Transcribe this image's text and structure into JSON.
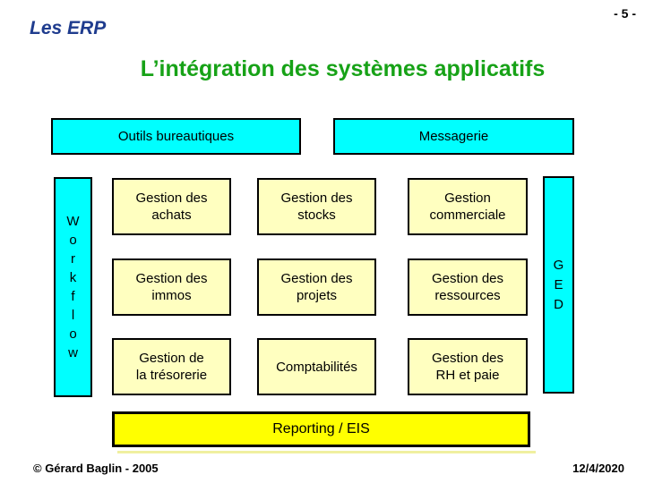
{
  "page_number": "- 5 -",
  "brand": "Les ERP",
  "title": "L’intégration des systèmes applicatifs",
  "top_row": {
    "office_tools": "Outils bureautiques",
    "messaging": "Messagerie"
  },
  "left_bar": {
    "name": "Workflow",
    "text": "W\no\nr\nk\nf\nl\no\nw"
  },
  "right_bar": {
    "name": "GED",
    "text": "G\nE\nD"
  },
  "modules": [
    {
      "id": "achats",
      "lines": "Gestion des\nachats"
    },
    {
      "id": "stocks",
      "lines": "Gestion des\nstocks"
    },
    {
      "id": "commerciale",
      "lines": "Gestion\ncommerciale"
    },
    {
      "id": "immos",
      "lines": "Gestion des\nimmos"
    },
    {
      "id": "projets",
      "lines": "Gestion des\nprojets"
    },
    {
      "id": "ressources",
      "lines": "Gestion des\nressources"
    },
    {
      "id": "tresorerie",
      "lines": "Gestion de\nla trésorerie"
    },
    {
      "id": "comptabilites",
      "lines": "Comptabilités"
    },
    {
      "id": "rh",
      "lines": "Gestion des\nRH et paie"
    }
  ],
  "reporting": "Reporting / EIS",
  "footer": {
    "copyright": "© Gérard Baglin - 2005",
    "date": "12/4/2020"
  },
  "colors": {
    "brand_navy": "#1F3C8E",
    "title_green": "#17A217",
    "box_cyan": "#00FFFF",
    "module_pale_yellow": "#FFFFC0",
    "reporting_yellow": "#FFFF00",
    "border_black": "#000000",
    "background": "#FFFFFF"
  }
}
